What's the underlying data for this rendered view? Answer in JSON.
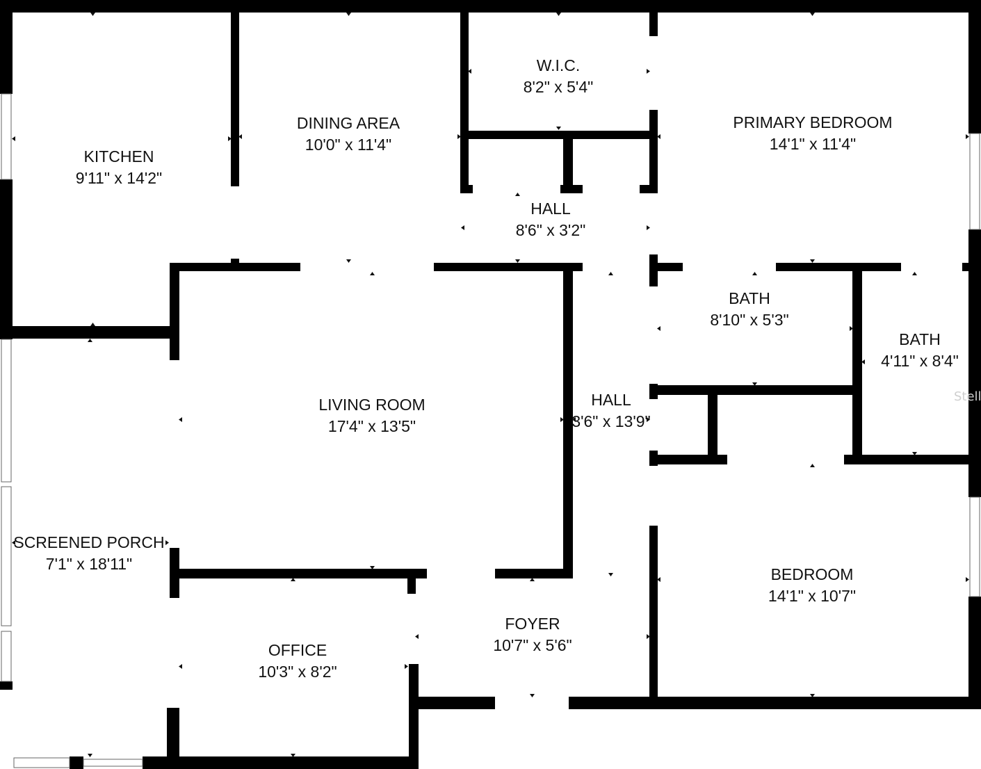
{
  "rooms": {
    "kitchen": {
      "name": "KITCHEN",
      "size": "9'11\" x 14'2\""
    },
    "dining_area": {
      "name": "DINING AREA",
      "size": "10'0\" x 11'4\""
    },
    "wic": {
      "name": "W.I.C.",
      "size": "8'2\" x 5'4\""
    },
    "primary_bedroom": {
      "name": "PRIMARY BEDROOM",
      "size": "14'1\" x 11'4\""
    },
    "hall_top": {
      "name": "HALL",
      "size": "8'6\" x 3'2\""
    },
    "bath_1": {
      "name": "BATH",
      "size": "8'10\" x 5'3\""
    },
    "bath_2": {
      "name": "BATH",
      "size": "4'11\" x 8'4\""
    },
    "living_room": {
      "name": "LIVING ROOM",
      "size": "17'4\" x 13'5\""
    },
    "hall_center": {
      "name": "HALL",
      "size": "3'6\" x 13'9\""
    },
    "screened_porch": {
      "name": "SCREENED PORCH",
      "size": "7'1\" x 18'11\""
    },
    "office": {
      "name": "OFFICE",
      "size": "10'3\" x 8'2\""
    },
    "foyer": {
      "name": "FOYER",
      "size": "10'7\" x 5'6\""
    },
    "bedroom": {
      "name": "BEDROOM",
      "size": "14'1\" x 10'7\""
    }
  },
  "watermark": "Stell"
}
